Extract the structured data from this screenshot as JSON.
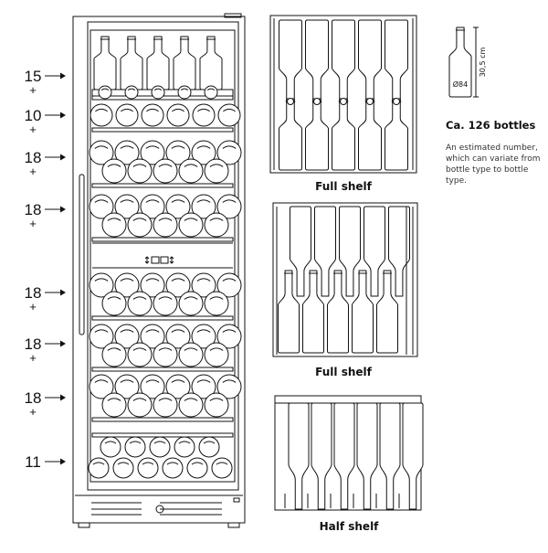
{
  "capacity": {
    "title": "Ca. 126 bottles",
    "note": "An estimated number, which can variate from bottle type to bottle type."
  },
  "bottle_dimensions": {
    "height": "30,5 cm",
    "diameter": "Ø84"
  },
  "shelf_counts": [
    {
      "count": "15",
      "plus": "+"
    },
    {
      "count": "10",
      "plus": "+"
    },
    {
      "count": "18",
      "plus": "+"
    },
    {
      "count": "18",
      "plus": "+"
    },
    {
      "count": "18",
      "plus": "+"
    },
    {
      "count": "18",
      "plus": "+"
    },
    {
      "count": "18",
      "plus": "+"
    },
    {
      "count": "11",
      "plus": ""
    }
  ],
  "shelf_views": [
    {
      "caption": "Full shelf"
    },
    {
      "caption": "Full shelf"
    },
    {
      "caption": "Half shelf"
    }
  ]
}
